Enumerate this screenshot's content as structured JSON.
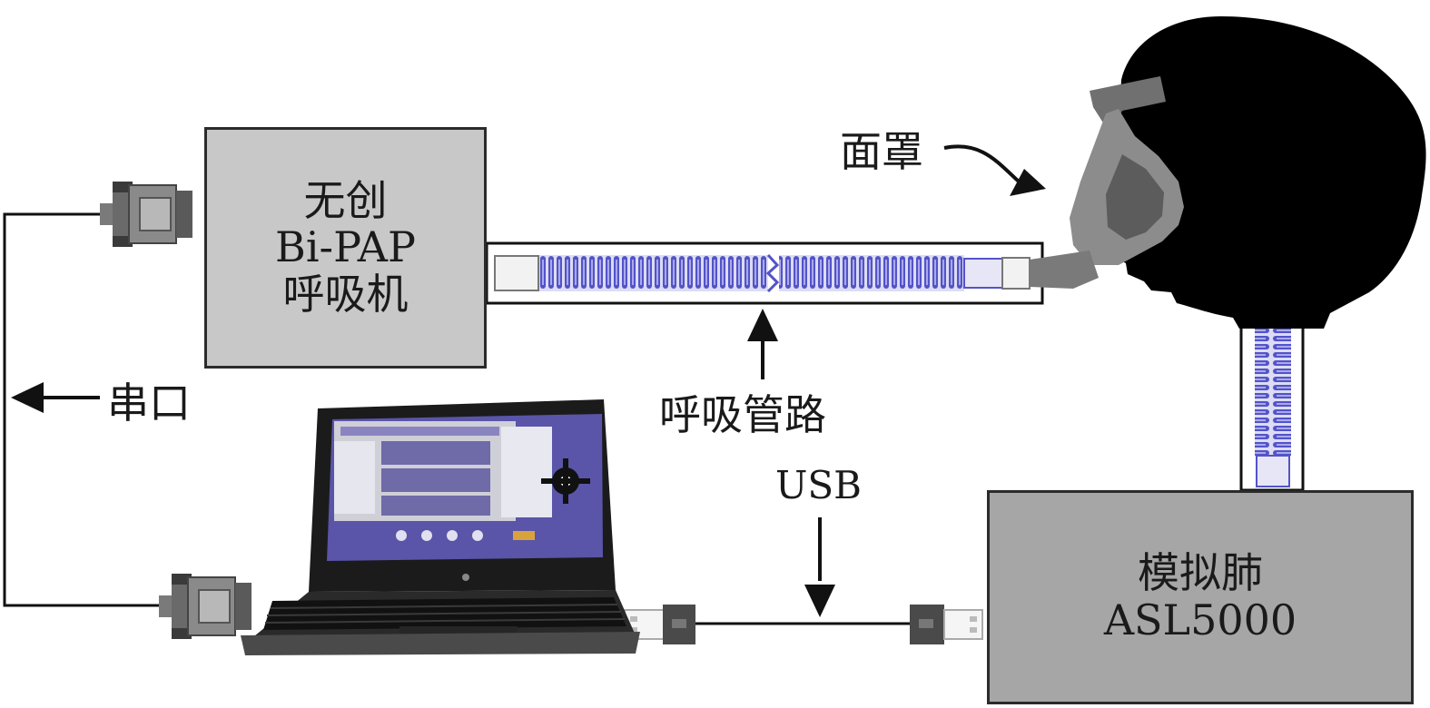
{
  "ventilator": {
    "lines": [
      "无创",
      "Bi-PAP",
      "呼吸机"
    ]
  },
  "lung_simulator": {
    "lines": [
      "模拟肺",
      "ASL5000"
    ]
  },
  "labels": {
    "mask": "面罩",
    "serial": "串口",
    "tubing": "呼吸管路",
    "usb": "USB"
  },
  "colors": {
    "box_fill": "#c8c8c8",
    "simulator_fill": "#a6a6a6",
    "tube": "#4c4ccc",
    "head": "#000000",
    "mask": "#8a8a8a"
  },
  "icons": [
    "serial-connector-icon",
    "laptop-icon",
    "usb-plug-icon",
    "head-silhouette-icon",
    "mask-icon"
  ]
}
